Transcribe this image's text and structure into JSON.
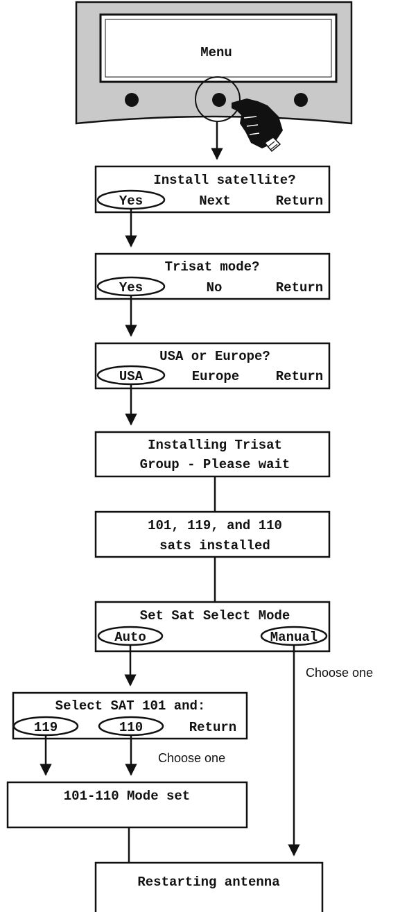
{
  "receiver": {
    "display_text": "Menu"
  },
  "screens": {
    "install_satellite": {
      "prompt": "Install satellite?",
      "options": [
        "Yes",
        "Next",
        "Return"
      ]
    },
    "trisat_mode": {
      "prompt": "Trisat mode?",
      "options": [
        "Yes",
        "No",
        "Return"
      ]
    },
    "usa_or_europe": {
      "prompt": "USA or Europe?",
      "options": [
        "USA",
        "Europe",
        "Return"
      ]
    },
    "installing": {
      "line1": "Installing Trisat",
      "line2": "Group - Please wait"
    },
    "sats_installed": {
      "line1": "101, 119, and 110",
      "line2": "sats installed"
    },
    "sat_select_mode": {
      "prompt": "Set Sat Select Mode",
      "options": [
        "Auto",
        "Manual"
      ]
    },
    "select_sat": {
      "prompt": "Select SAT 101 and:",
      "options": [
        "119",
        "110",
        "Return"
      ]
    },
    "mode_set": {
      "line1": "101-110 Mode set"
    },
    "restarting": {
      "line1": "Restarting antenna"
    }
  },
  "annotations": {
    "choose_one_manual": "Choose one",
    "choose_one_sats": "Choose one"
  },
  "colors": {
    "panel_fill": "#c9c9c9",
    "ink": "#111111",
    "paper": "#ffffff"
  },
  "icons": {
    "knob": "knob-icon",
    "pointer": "pointing-hand-icon"
  }
}
